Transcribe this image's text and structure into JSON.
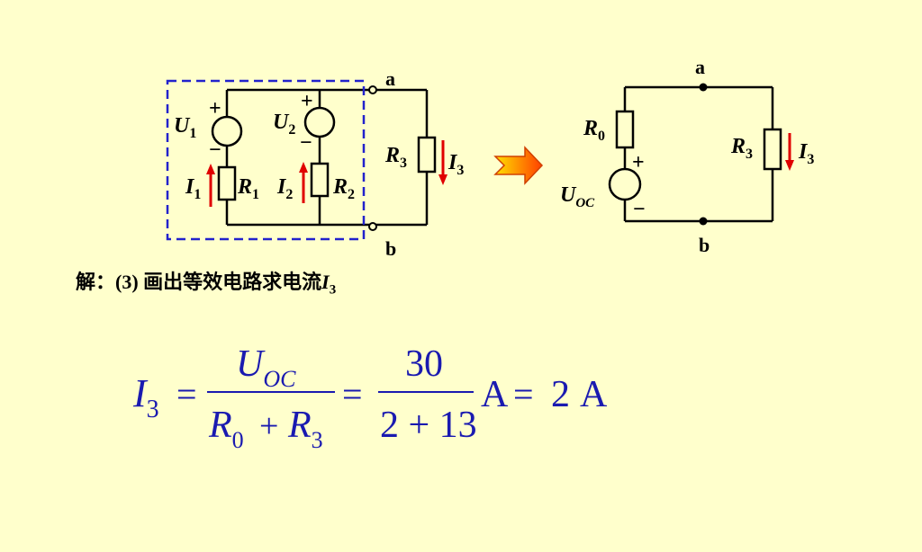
{
  "left_circuit": {
    "node_a": "a",
    "node_b": "b",
    "U1": "U",
    "U1_sub": "1",
    "U2": "U",
    "U2_sub": "2",
    "R1": "R",
    "R1_sub": "1",
    "R2": "R",
    "R2_sub": "2",
    "R3": "R",
    "R3_sub": "3",
    "I1": "I",
    "I1_sub": "1",
    "I2": "I",
    "I2_sub": "2",
    "I3": "I",
    "I3_sub": "3",
    "plus": "+",
    "minus": "−"
  },
  "right_circuit": {
    "node_a": "a",
    "node_b": "b",
    "R0": "R",
    "R0_sub": "0",
    "R3": "R",
    "R3_sub": "3",
    "I3": "I",
    "I3_sub": "3",
    "Uoc": "U",
    "Uoc_sub": "OC",
    "plus": "+",
    "minus": "−"
  },
  "solution": {
    "prefix": "解：(3)  画出等效电路求电流",
    "var": "I",
    "var_sub": "3"
  },
  "equation": {
    "lhs": "I",
    "lhs_sub": "3",
    "eq1": "=",
    "num1": "U",
    "num1_sub": "OC",
    "den1_r0": "R",
    "den1_r0_sub": "0",
    "den1_plus": "+",
    "den1_r3": "R",
    "den1_r3_sub": "3",
    "eq2": "=",
    "num2": "30",
    "den2": "2 + 13",
    "unit1": "A",
    "eq3": "=",
    "value": "2",
    "unit2": "A"
  },
  "colors": {
    "background": "#FFFFCC",
    "dashed_box": "#2222CC",
    "current_arrow": "#E00000",
    "equation": "#1A1AB0"
  }
}
